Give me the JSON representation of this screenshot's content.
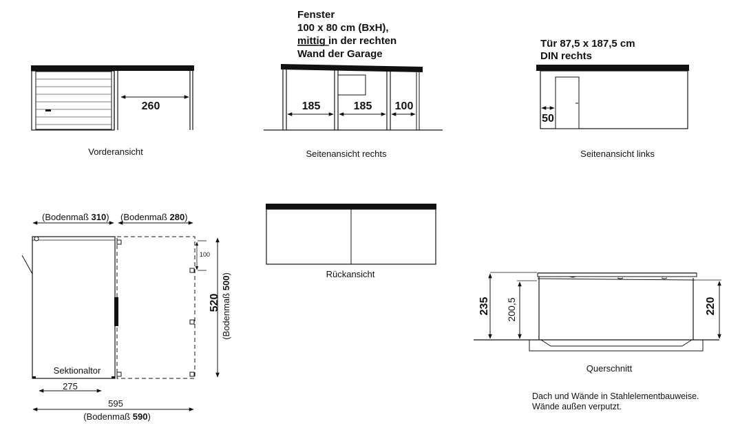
{
  "front_view": {
    "caption": "Vorderansicht",
    "width_dim": "260"
  },
  "side_right": {
    "window_note": {
      "line1": "Fenster",
      "line2": "100 x 80 cm (BxH),",
      "line3_underlined": "mittig",
      "line3_rest": " in der rechten",
      "line4": "Wand der Garage"
    },
    "dims": [
      "185",
      "185",
      "100"
    ],
    "caption": "Seitenansicht rechts"
  },
  "side_left": {
    "door_note": {
      "line1": "Tür 87,5 x 187,5 cm",
      "line2": "DIN rechts"
    },
    "dim": "50",
    "caption": "Seitenansicht links"
  },
  "floor_plan": {
    "top_left": {
      "prefix": "(Bodenmaß ",
      "value": "310",
      "suffix": ")"
    },
    "top_right": {
      "prefix": "(Bodenmaß ",
      "value": "280",
      "suffix": ")"
    },
    "dim_100": "100",
    "depth_dim": "520",
    "depth_floor": {
      "prefix": "(Bodenmaß ",
      "value": "500",
      "suffix": ")"
    },
    "door_label": "Sektionaltor",
    "dim_275": "275",
    "total_width": "595",
    "total_floor": {
      "prefix": "(Bodenmaß ",
      "value": "590",
      "suffix": ")"
    }
  },
  "rear_view": {
    "caption": "Rückansicht"
  },
  "cross_section": {
    "dim_left": "235",
    "dim_inner": "200,5",
    "dim_right": "220",
    "caption": "Querschnitt"
  },
  "notes": {
    "line1": "Dach und Wände in Stahlelementbauweise.",
    "line2": "Wände außen verputzt."
  }
}
